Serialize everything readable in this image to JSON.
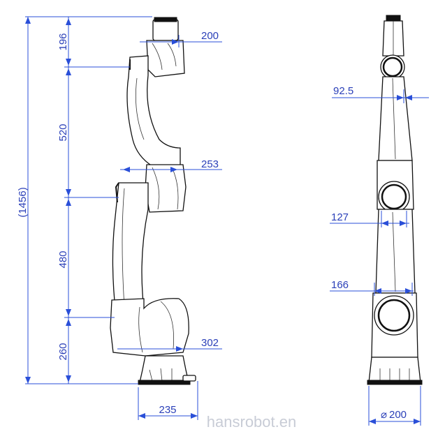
{
  "left_view": {
    "total": "(1456)",
    "seg_top": "196",
    "seg_upper": "520",
    "seg_lower": "480",
    "seg_base": "260",
    "wrist_width": "200",
    "elbow_width": "253",
    "shoulder_width": "302",
    "base_width": "235"
  },
  "right_view": {
    "wrist_offset": "92.5",
    "elbow_offset": "127",
    "shoulder_offset": "166",
    "base_diameter": "200"
  },
  "watermark": "hansrobot.en",
  "colors": {
    "dimension": "#2a4fd8",
    "outline": "#111111",
    "watermark": "#c8ccd6"
  }
}
